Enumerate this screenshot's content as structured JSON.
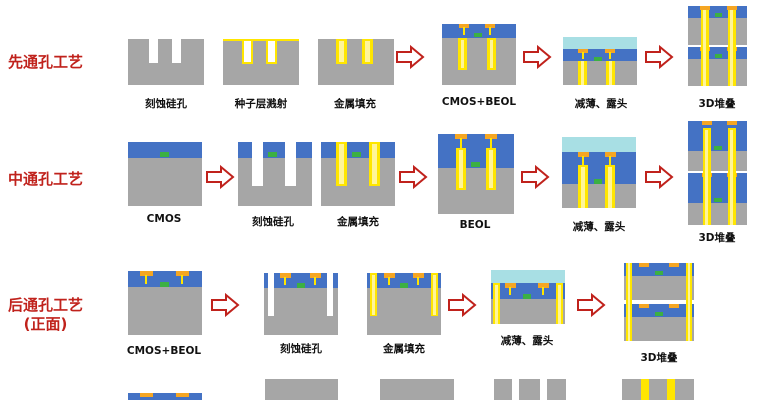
{
  "rows": [
    {
      "label": "先通孔工艺",
      "captions": [
        "刻蚀硅孔",
        "种子层溅射",
        "金属填充",
        "CMOS+BEOL",
        "减薄、露头",
        "3D堆叠"
      ]
    },
    {
      "label": "中通孔工艺",
      "captions": [
        "CMOS",
        "刻蚀硅孔",
        "金属填充",
        "BEOL",
        "减薄、露头",
        "3D堆叠"
      ]
    },
    {
      "label_line1": "后通孔工艺",
      "label_line2": "(正面)",
      "captions": [
        "CMOS+BEOL",
        "刻蚀硅孔",
        "金属填充",
        "减薄、露头",
        "3D堆叠"
      ]
    }
  ],
  "colors": {
    "label_red": "#c0221c",
    "silicon_gray": "#a6a6a6",
    "oxide_blue": "#4472c4",
    "metal_yellow": "#ffe600",
    "seed_orange": "#f5a623",
    "device_green": "#3cb043",
    "carrier_cyan": "#a8dfe4",
    "arrow_red": "#c0221c"
  }
}
